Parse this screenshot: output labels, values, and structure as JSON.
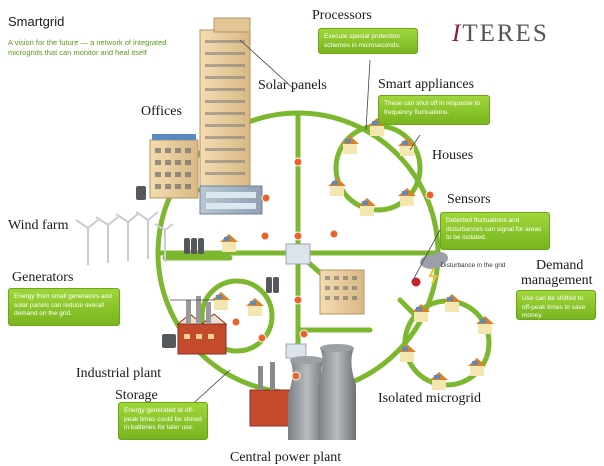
{
  "header": {
    "title": "Smartgrid",
    "subtitle": "A vision for the future — a network of integrated microgrids that can monitor and heal itself"
  },
  "logo": {
    "text": "ITERES"
  },
  "labels": {
    "processors": "Processors",
    "solar_panels": "Solar panels",
    "smart_appliances": "Smart appliances",
    "offices": "Offices",
    "houses": "Houses",
    "sensors": "Sensors",
    "wind_farm": "Wind farm",
    "demand_management": "Demand management",
    "demand_line1": "Demand",
    "demand_line2": "management",
    "generators": "Generators",
    "industrial_plant": "Industrial plant",
    "storage": "Storage",
    "isolated_microgrid": "Isolated microgrid",
    "central_power_plant": "Central power plant",
    "disturbance": "Disturbance in the grid"
  },
  "callouts": {
    "processors": "Execute special protection schemes in microseconds.",
    "smart_appliances": "These can shut off in response to frequency fluctuations.",
    "sensors": "Detected fluctuations and disturbances can signal for areas to be isolated.",
    "demand_management": "Use can be shifted to off-peak times to save money.",
    "generators": "Energy from small generators and solar panels can reduce overall demand on the grid.",
    "storage": "Energy generated at off-peak times could be stored in batteries for later use."
  },
  "colors": {
    "grid_line": "#7cb82f",
    "callout_bg": "#8cc63f",
    "roof": "#d8822a",
    "house_wall": "#f4e6b0",
    "solar_panel": "#5a8ac0",
    "node": "#e8642a",
    "logo_accent": "#8a1c3a"
  }
}
